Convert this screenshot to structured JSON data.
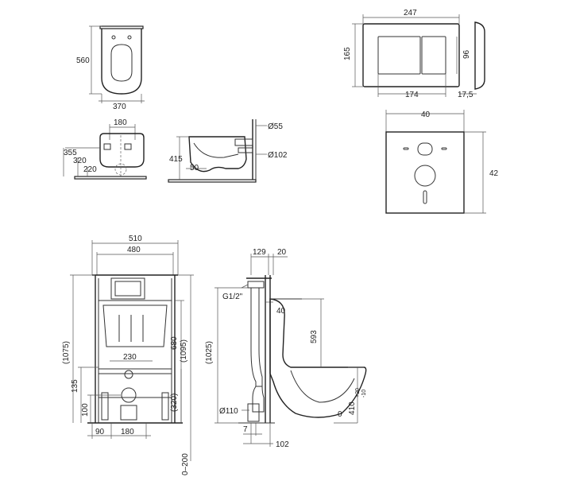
{
  "toilet_front": {
    "width": "370",
    "height": "560"
  },
  "toilet_back": {
    "spacing": "180",
    "h1": "355",
    "h2": "320",
    "h3": "220"
  },
  "toilet_side": {
    "height": "415",
    "low": "50",
    "d1": "Ø55",
    "d2": "Ø102"
  },
  "flush_plate": {
    "width": "247",
    "height": "165",
    "button_height": "96",
    "inner_width": "174",
    "depth": "17,5"
  },
  "insulation_pad": {
    "width": "40",
    "height": "42"
  },
  "frame_front": {
    "outer_width": "510",
    "inner_width": "480",
    "total_left": "(1075)",
    "h680": "680",
    "total_right": "(1095)",
    "drain_width": "230",
    "h320": "(320)",
    "h135": "135",
    "h100": "100",
    "b90": "90",
    "b180": "180",
    "adj": "0–200"
  },
  "frame_side": {
    "d129": "129",
    "d20": "20",
    "thread": "G1/2\"",
    "d40": "40",
    "h1025": "(1025)",
    "h593": "593",
    "drain": "Ø110",
    "d7": "7",
    "d102": "102",
    "zero": "0",
    "h410": "410",
    "tol_plus": "+20",
    "tol_minus": "-10"
  }
}
